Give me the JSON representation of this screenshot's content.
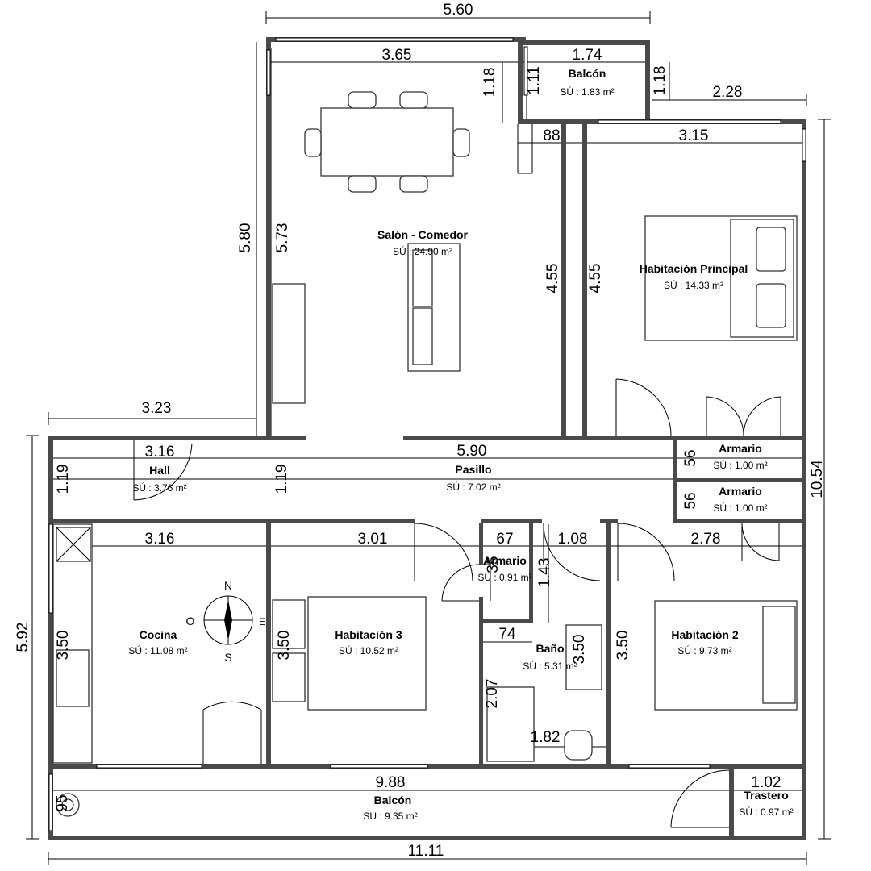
{
  "rooms": {
    "salon": {
      "name": "Salón - Comedor",
      "area": "SÚ : 24.90 m²"
    },
    "balcon_top": {
      "name": "Balcón",
      "area": "SÚ : 1.83 m²"
    },
    "hab_principal": {
      "name": "Habitación Principal",
      "area": "SÚ : 14.33 m²"
    },
    "hall": {
      "name": "Hall",
      "area": "SÚ : 3.76 m²"
    },
    "pasillo": {
      "name": "Pasillo",
      "area": "SÚ : 7.02 m²"
    },
    "armario1": {
      "name": "Armario",
      "area": "SÚ : 1.00 m²"
    },
    "armario2": {
      "name": "Armario",
      "area": "SÚ : 1.00 m²"
    },
    "cocina": {
      "name": "Cocina",
      "area": "SÚ : 11.08 m²"
    },
    "hab3": {
      "name": "Habitación 3",
      "area": "SÚ : 10.52 m²"
    },
    "armario3": {
      "name": "Armario",
      "area": "SÚ : 0.91 m²"
    },
    "bano": {
      "name": "Baño",
      "area": "SÚ : 5.31 m²"
    },
    "hab2": {
      "name": "Habitación 2",
      "area": "SÚ : 9.73 m²"
    },
    "balcon_bottom": {
      "name": "Balcón",
      "area": "SÚ : 9.35 m²"
    },
    "trastero": {
      "name": "Trastero",
      "area": "SÚ : 0.97 m²"
    }
  },
  "dimensions": {
    "top_total": "5.60",
    "salon_top": "3.65",
    "balcon_width": "1.74",
    "balcon_h_left": "1.18",
    "balcon_h_inner": "1.11",
    "balcon_h_right": "1.18",
    "right_offset": "2.28",
    "hab_principal_width": "3.15",
    "passage_88": "88",
    "left_height": "5.80",
    "salon_height": "5.73",
    "corridor_height_a": "4.55",
    "corridor_height_b": "4.55",
    "hall_outer": "3.23",
    "hall_width": "3.16",
    "hall_height": "1.19",
    "pasillo_height": "1.19",
    "pasillo_width": "5.90",
    "armario1_depth": "56",
    "armario2_depth": "56",
    "right_total": "10.54",
    "cocina_width": "3.16",
    "hab3_width": "3.01",
    "armario3_width": "67",
    "bano_door": "1.08",
    "hab2_width": "2.78",
    "armario3_height": "35",
    "bano_top_height": "1.43",
    "cocina_height": "3.50",
    "hab3_height": "3.50",
    "bano_inner_width": "74",
    "bano_height": "3.50",
    "hab2_height": "3.50",
    "bath_height": "2.07",
    "bath_width": "1.82",
    "left_total": "5.92",
    "balcon_bottom_width": "9.88",
    "trastero_width": "1.02",
    "balcon_bottom_depth": "95",
    "bottom_total": "11.11"
  },
  "compass": {
    "north": "N",
    "south": "S",
    "west": "O",
    "east": "E"
  }
}
